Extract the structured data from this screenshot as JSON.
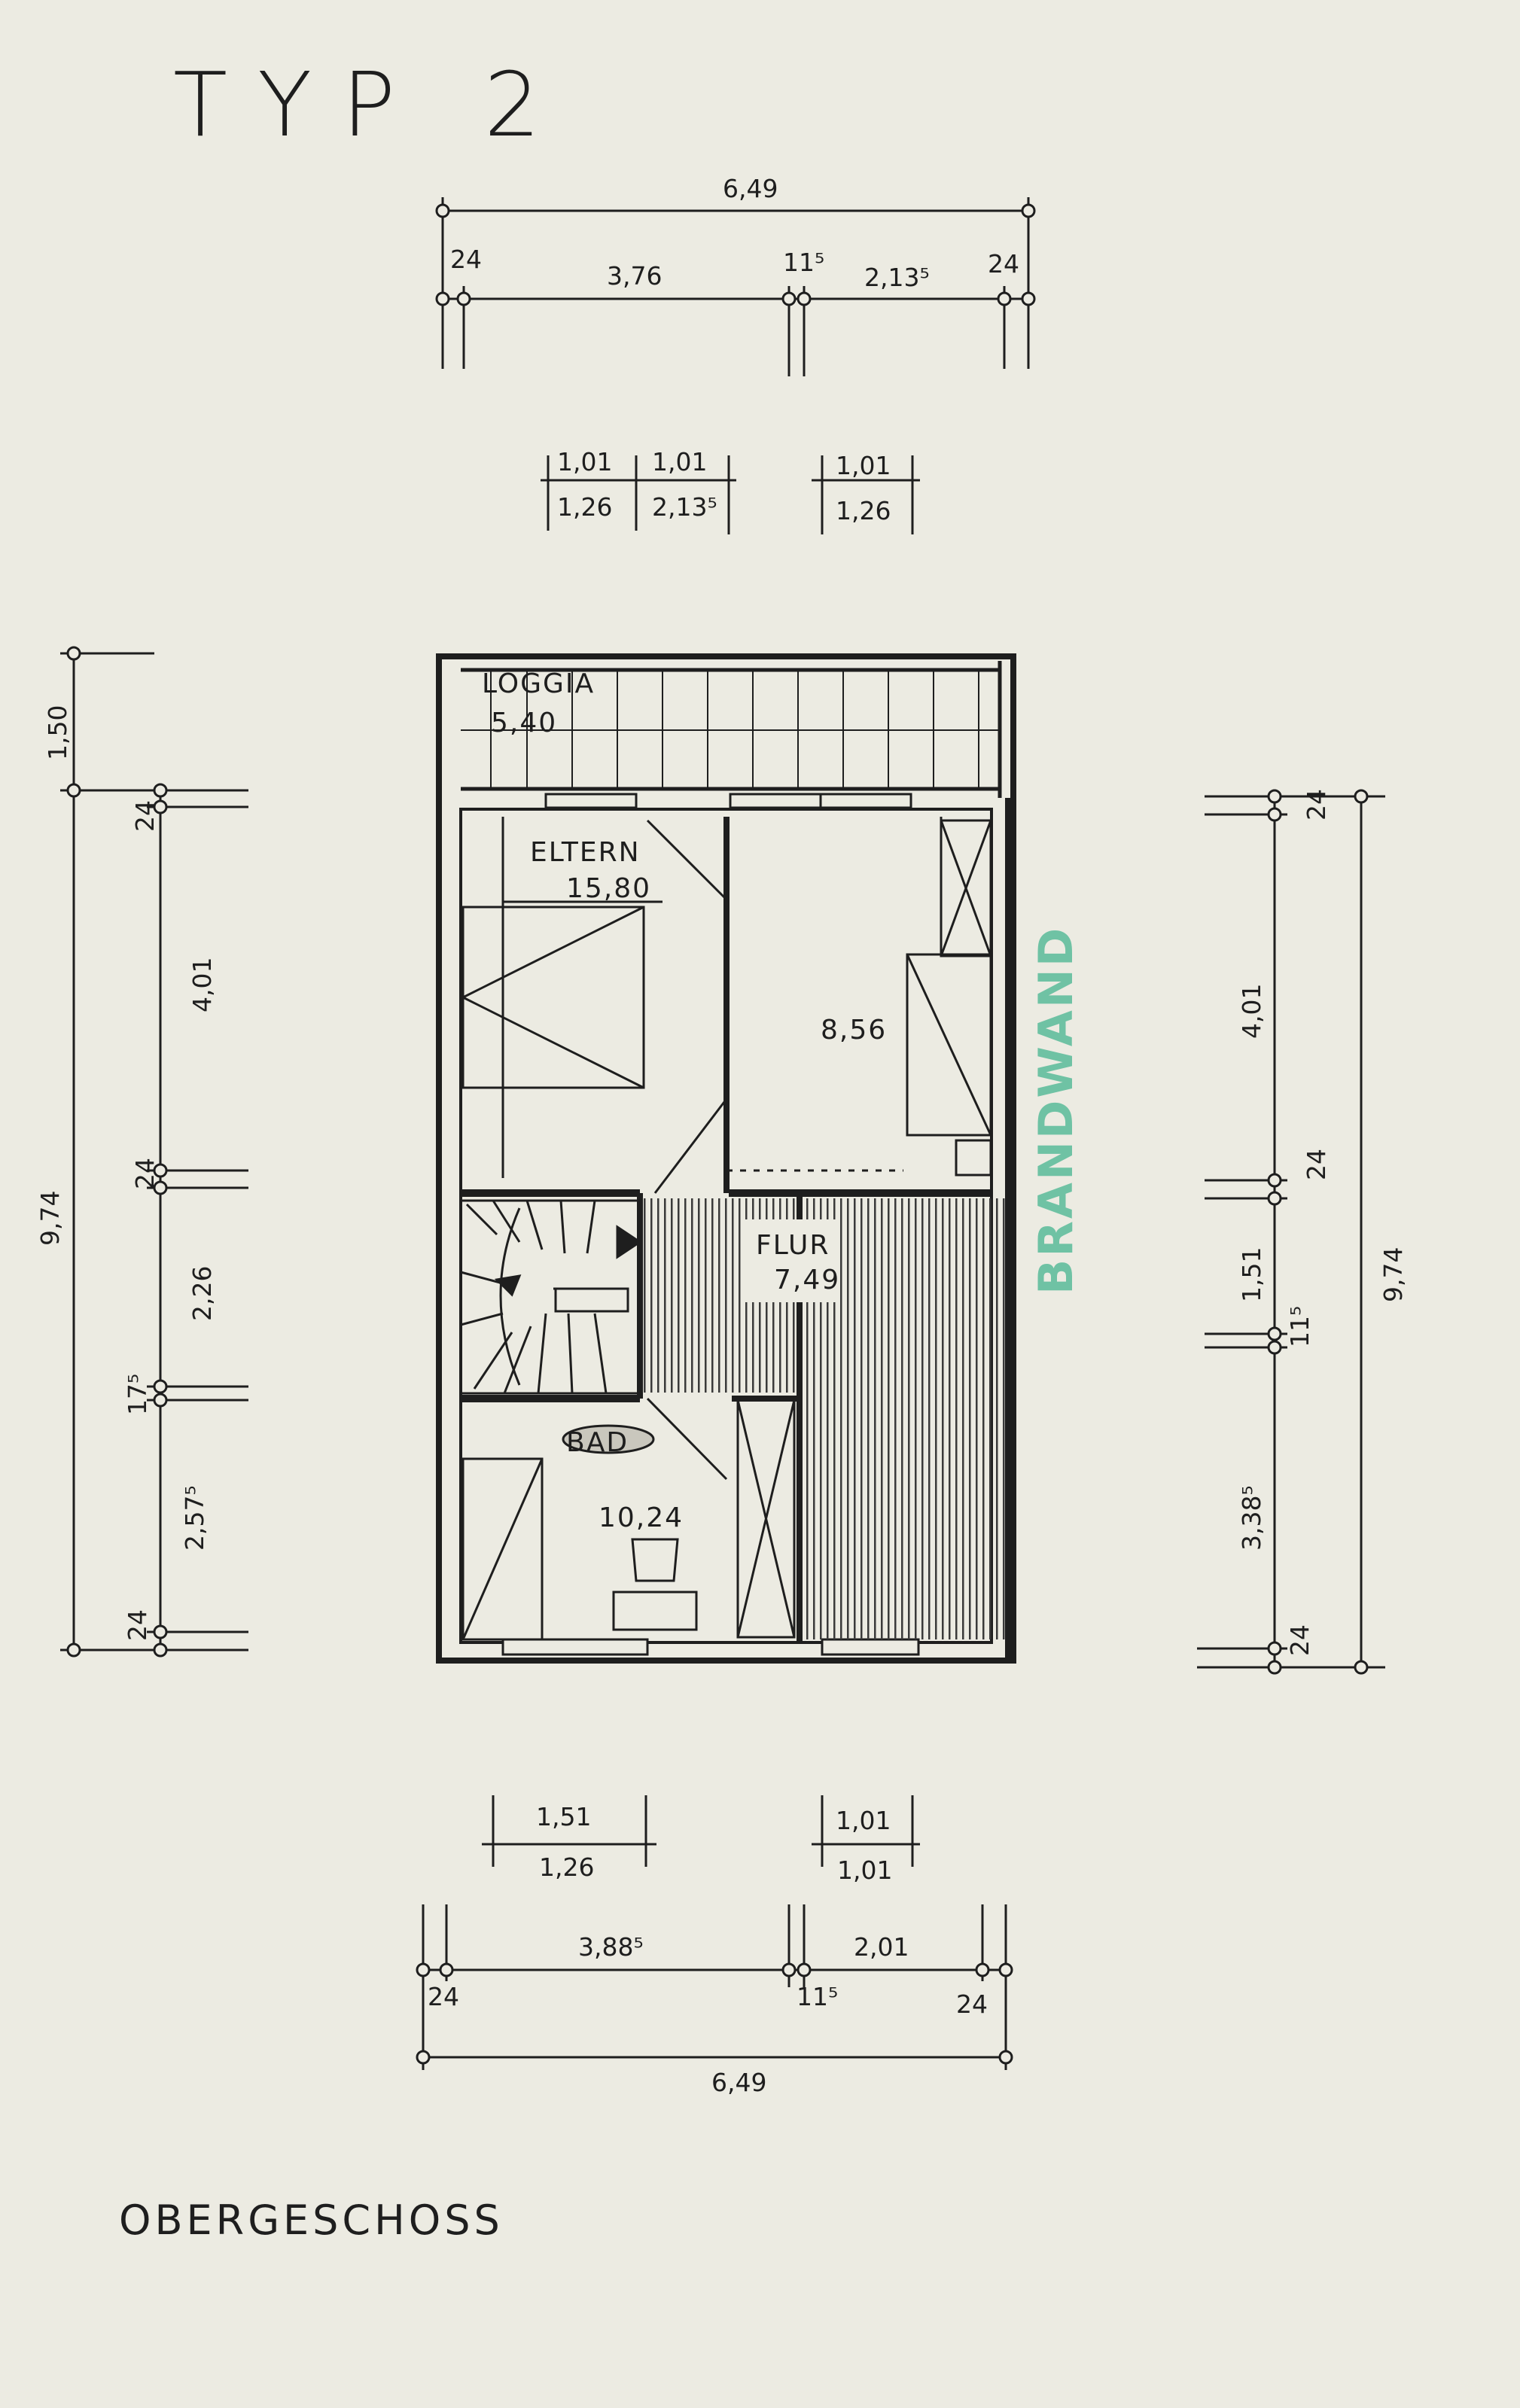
{
  "title": "TYP 2",
  "floor_label": "OBERGESCHOSS",
  "stamp": "BRANDWAND",
  "colors": {
    "paper": "#ecebe2",
    "ink": "#1e1e1e",
    "stamp": "#6fc2a4",
    "hatch": "#3a3a3a"
  },
  "rooms": {
    "loggia": {
      "name": "LOGGIA",
      "area": "5,40"
    },
    "eltern": {
      "name": "ELTERN",
      "area": "15,80"
    },
    "kind": {
      "area": "8,56"
    },
    "flur": {
      "name": "FLUR",
      "area": "7,49"
    },
    "bad": {
      "name": "BAD",
      "area": "10,24"
    }
  },
  "dims_top": {
    "total": "6,49",
    "wall_left": "24",
    "room_left": "3,76",
    "inner_wall": "11⁵",
    "room_right": "2,13⁵",
    "wall_right": "24"
  },
  "windows_top": {
    "w1_width": "1,01",
    "w1_height": "1,26",
    "w2_width": "1,01",
    "w2_height": "2,13⁵",
    "w3_width": "1,01",
    "w3_height": "1,26"
  },
  "dims_left": {
    "loggia": "1,50",
    "total": "9,74",
    "wall_1": "24",
    "room_1": "4,01",
    "wall_2": "24",
    "room_2": "2,26",
    "wall_3": "17⁵",
    "room_3": "2,57⁵",
    "wall_4": "24"
  },
  "dims_right": {
    "wall_1": "24",
    "room_1": "4,01",
    "wall_2": "24",
    "room_2": "1,51",
    "wall_3": "11⁵",
    "room_3": "3,38⁵",
    "wall_4": "24",
    "total": "9,74"
  },
  "windows_bottom": {
    "w1_width": "1,51",
    "w1_height": "1,26",
    "w2_width": "1,01",
    "w2_height": "1,01"
  },
  "dims_bottom": {
    "wall_left": "24",
    "room_left": "3,88⁵",
    "inner_wall": "11⁵",
    "room_right": "2,01",
    "wall_right": "24",
    "total": "6,49"
  }
}
